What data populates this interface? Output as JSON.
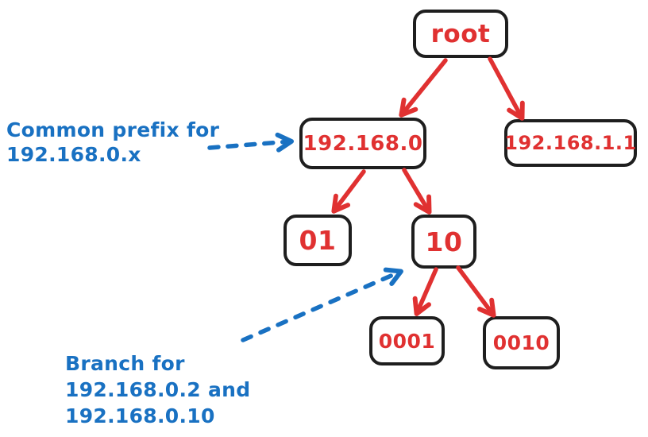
{
  "diagram": {
    "type": "trie-tree",
    "colors": {
      "node_border": "#1e1e1e",
      "node_text": "#e03131",
      "tree_arrow": "#e03131",
      "annotation_text": "#1971c2",
      "annotation_arrow": "#1971c2",
      "background": "#ffffff"
    },
    "nodes": [
      {
        "id": "root",
        "label": "root"
      },
      {
        "id": "prefix-192-168-0",
        "label": "192.168.0"
      },
      {
        "id": "leaf-192-168-1-1",
        "label": "192.168.1.1"
      },
      {
        "id": "branch-01",
        "label": "01"
      },
      {
        "id": "branch-10",
        "label": "10"
      },
      {
        "id": "leaf-0001",
        "label": "0001"
      },
      {
        "id": "leaf-0010",
        "label": "0010"
      }
    ],
    "edges": [
      {
        "from": "root",
        "to": "prefix-192-168-0"
      },
      {
        "from": "root",
        "to": "leaf-192-168-1-1"
      },
      {
        "from": "prefix-192-168-0",
        "to": "branch-01"
      },
      {
        "from": "prefix-192-168-0",
        "to": "branch-10"
      },
      {
        "from": "branch-10",
        "to": "leaf-0001"
      },
      {
        "from": "branch-10",
        "to": "leaf-0010"
      }
    ],
    "annotations": [
      {
        "id": "common-prefix-note",
        "target": "prefix-192-168-0",
        "lines": [
          "Common prefix for",
          "192.168.0.x"
        ]
      },
      {
        "id": "branch-note",
        "target": "branch-10",
        "lines": [
          "Branch for",
          "192.168.0.2 and",
          "192.168.0.10"
        ]
      }
    ]
  }
}
